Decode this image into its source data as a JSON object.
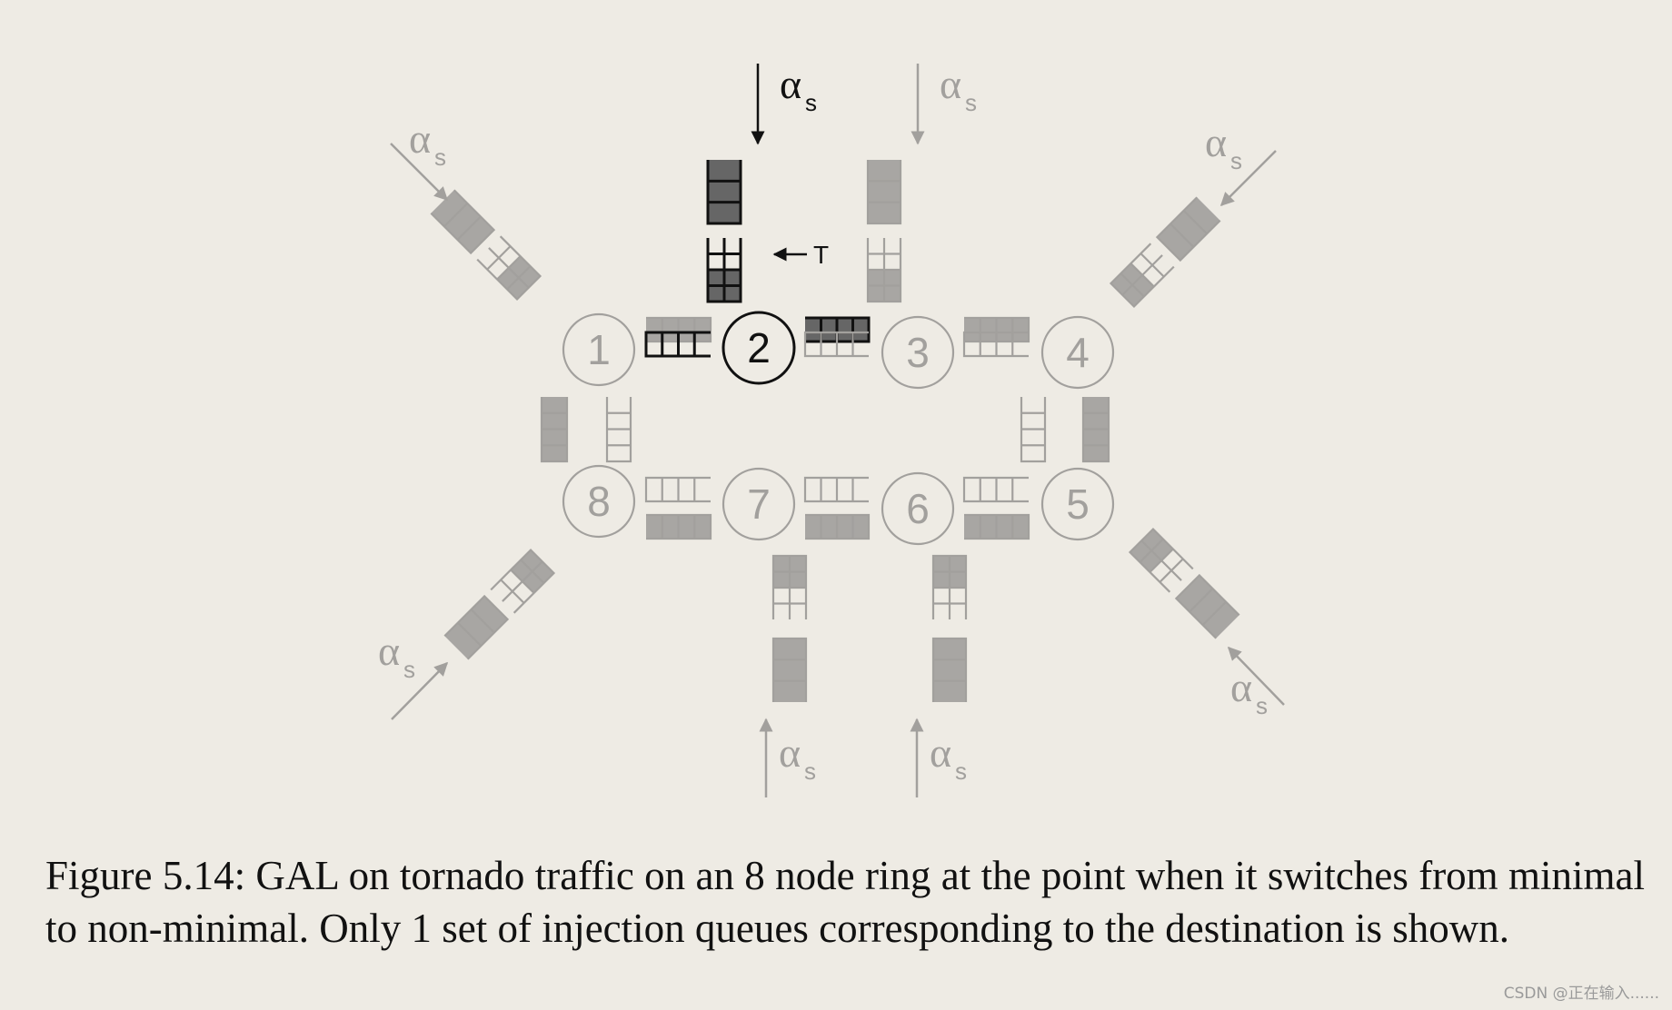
{
  "colors": {
    "background": "#eeebe4",
    "active": "#111111",
    "active_fill": "#666666",
    "inactive": "#a2a09d",
    "inactive_fill": "#a8a6a3"
  },
  "nodes": [
    {
      "id": "node-1",
      "label": "1",
      "active": false
    },
    {
      "id": "node-2",
      "label": "2",
      "active": true
    },
    {
      "id": "node-3",
      "label": "3",
      "active": false
    },
    {
      "id": "node-4",
      "label": "4",
      "active": false
    },
    {
      "id": "node-5",
      "label": "5",
      "active": false
    },
    {
      "id": "node-6",
      "label": "6",
      "active": false
    },
    {
      "id": "node-7",
      "label": "7",
      "active": false
    },
    {
      "id": "node-8",
      "label": "8",
      "active": false
    }
  ],
  "injection": {
    "alpha": "α",
    "subscript": "s",
    "threshold_label": "T"
  },
  "caption": "Figure 5.14: GAL on tornado traffic on an 8 node ring at the point when it switches from minimal to non-minimal. Only 1 set of injection queues corresponding to the destination is shown.",
  "watermark": "CSDN @正在输入......"
}
